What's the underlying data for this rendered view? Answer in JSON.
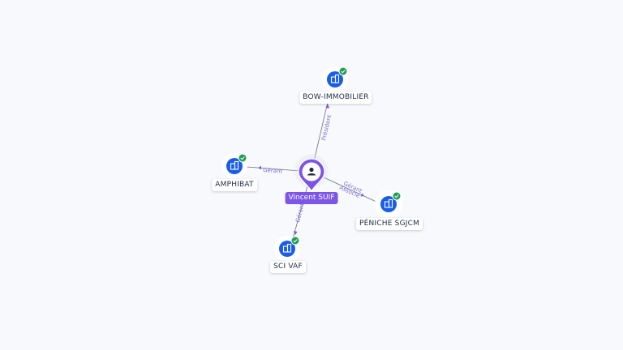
{
  "person": {
    "name": "Vincent SUIF",
    "icon": "person-icon"
  },
  "companies": [
    {
      "id": "bow",
      "name": "BOW-IMMOBILIER",
      "icon": "building-icon",
      "verified": true
    },
    {
      "id": "amphibat",
      "name": "AMPHIBAT",
      "icon": "building-icon",
      "verified": true
    },
    {
      "id": "peniche",
      "name": "PÉNICHE SGJCM",
      "icon": "building-icon",
      "verified": true
    },
    {
      "id": "scivaf",
      "name": "SCI VAF",
      "icon": "building-icon",
      "verified": true
    }
  ],
  "relations": [
    {
      "to": "bow",
      "label": "Président"
    },
    {
      "to": "amphibat",
      "label": "Gérant"
    },
    {
      "to": "peniche",
      "label": "Gérant"
    },
    {
      "to": "peniche",
      "label": "Associé"
    },
    {
      "to": "scivaf",
      "label": "Gérant"
    }
  ],
  "colors": {
    "accent": "#7c55e6",
    "node_blue": "#1a5ee8",
    "verified_green": "#1f9d55",
    "edge": "#6b6f80"
  }
}
